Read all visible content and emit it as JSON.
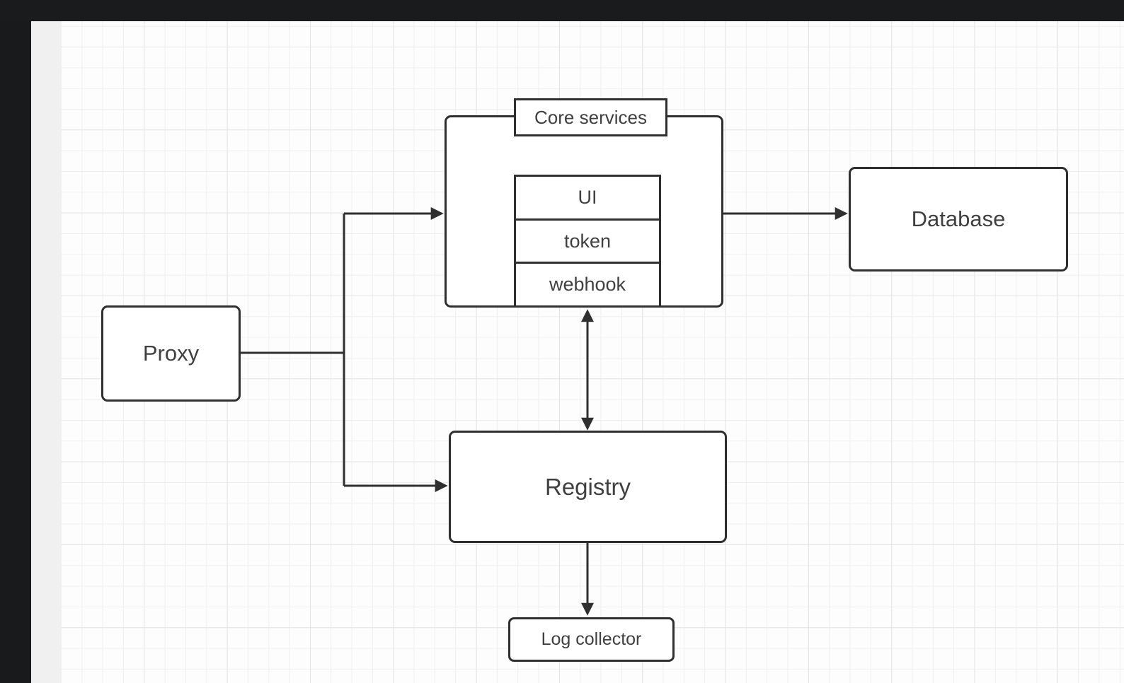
{
  "frame": {
    "top_bar_color": "#1a1b1d",
    "side_bar_color": "#191a1c",
    "gutter_color": "#f0f0f0"
  },
  "canvas": {
    "background": "#fdfdfd",
    "grid_minor_color": "#efefef",
    "grid_major_color": "#e4e4e4"
  },
  "diagram": {
    "stroke_color": "#2f2f2f",
    "text_color": "#404040",
    "node_fill": "#ffffff",
    "nodes": {
      "core_services": {
        "label": "Core services",
        "type": "container"
      },
      "ui": {
        "label": "UI",
        "type": "stack-item"
      },
      "token": {
        "label": "token",
        "type": "stack-item"
      },
      "webhook": {
        "label": "webhook",
        "type": "stack-item"
      },
      "proxy": {
        "label": "Proxy",
        "type": "box"
      },
      "database": {
        "label": "Database",
        "type": "box"
      },
      "registry": {
        "label": "Registry",
        "type": "box"
      },
      "log_collector": {
        "label": "Log collector",
        "type": "box"
      }
    },
    "edges": [
      {
        "id": "proxy-to-core-services",
        "from": "Proxy",
        "to": "Core services",
        "arrow": "end"
      },
      {
        "id": "proxy-to-registry",
        "from": "Proxy",
        "to": "Registry",
        "arrow": "end"
      },
      {
        "id": "core-services-to-database",
        "from": "Core services",
        "to": "Database",
        "arrow": "end"
      },
      {
        "id": "core-services-registry",
        "from": "Core services",
        "to": "Registry",
        "arrow": "both"
      },
      {
        "id": "registry-to-log-collector",
        "from": "Registry",
        "to": "Log collector",
        "arrow": "end"
      }
    ]
  }
}
